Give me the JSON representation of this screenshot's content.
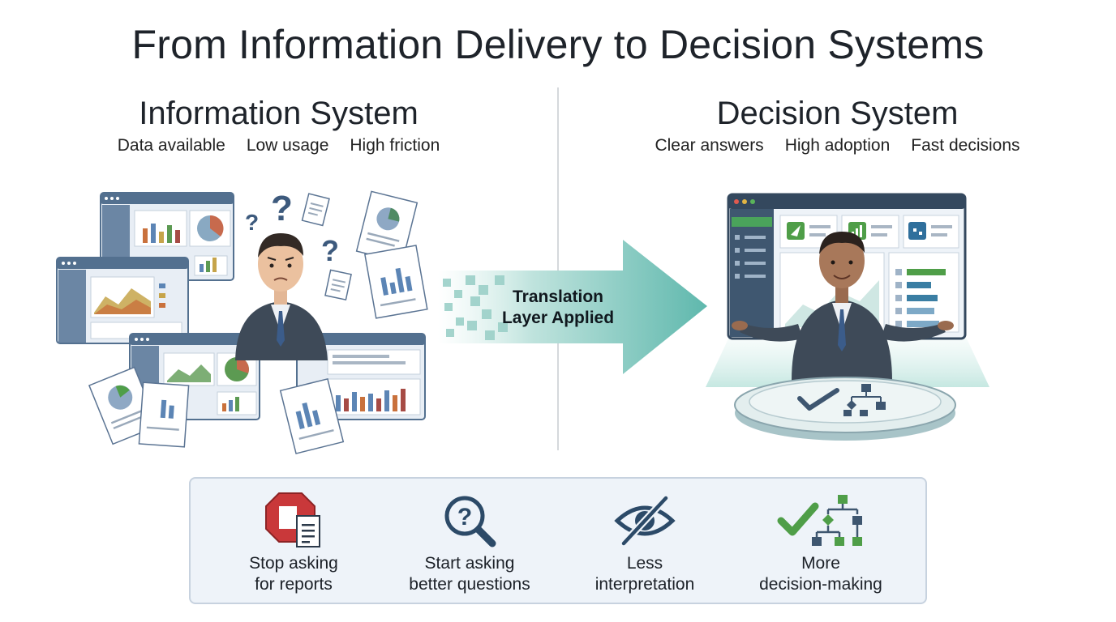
{
  "title": "From Information Delivery to Decision Systems",
  "left": {
    "heading": "Information System",
    "subtitles": [
      "Data available",
      "Low usage",
      "High friction"
    ]
  },
  "right": {
    "heading": "Decision System",
    "subtitles": [
      "Clear answers",
      "High adoption",
      "Fast decisions"
    ]
  },
  "arrow": {
    "line1": "Translation",
    "line2": "Layer Applied"
  },
  "benefits": [
    {
      "line1": "Stop asking",
      "line2": "for reports",
      "icon": "stop-sign-document-icon"
    },
    {
      "line1": "Start asking",
      "line2": "better questions",
      "icon": "magnifier-question-icon"
    },
    {
      "line1": "Less",
      "line2": "interpretation",
      "icon": "eye-slash-icon"
    },
    {
      "line1": "More",
      "line2": "decision-making",
      "icon": "check-flowchart-icon"
    }
  ],
  "colors": {
    "teal": "#5fb8ad",
    "navy": "#3e5670",
    "green": "#4f9e48",
    "red": "#c9383a",
    "panel_bg": "#eef3f9"
  }
}
